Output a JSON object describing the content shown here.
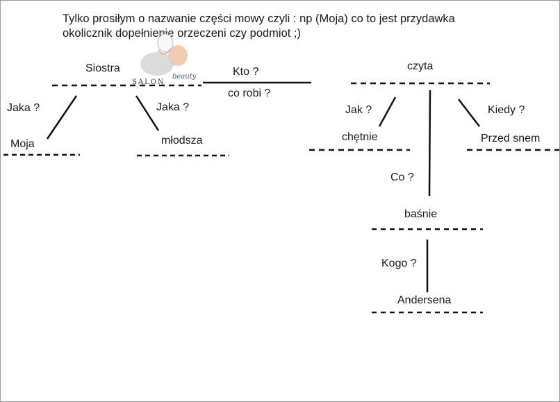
{
  "title": {
    "line1": "Tylko prosiłym o nazwanie części mowy czyli : np (Moja) co to jest przydawka",
    "line2": "okolicznik dopełnienie orzeczeni czy podmiot ;)"
  },
  "logo": {
    "text": "SALON",
    "script": "beauty"
  },
  "nodes": {
    "siostra": "Siostra",
    "moja": "Moja",
    "mlodsza": "młodsza",
    "czyta": "czyta",
    "chetnie": "chętnie",
    "przed_snem": "Przed snem",
    "basnie": "baśnie",
    "andersena": "Andersena"
  },
  "questions": {
    "jaka_left": "Jaka ?",
    "jaka_right": "Jaka ?",
    "kto": "Kto ?",
    "co_robi": "co robi ?",
    "jak": "Jak ?",
    "kiedy": "Kiedy ?",
    "co": "Co ?",
    "kogo": "Kogo ?"
  }
}
